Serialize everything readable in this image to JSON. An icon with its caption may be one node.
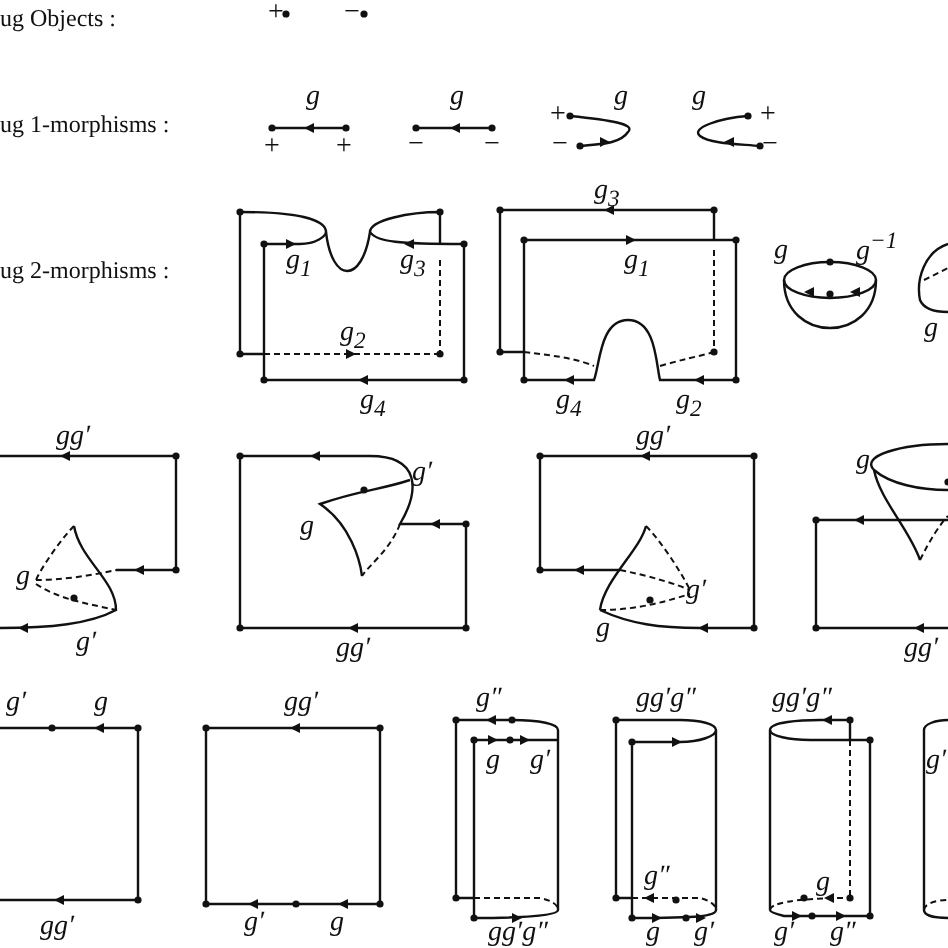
{
  "diagram": {
    "labels": [
      "ug Objects :",
      "+",
      "−",
      "ug 1-morphisms :",
      "g",
      "+",
      "+",
      "g",
      "−",
      "−",
      "+",
      "g",
      "−",
      "g",
      "+",
      "−",
      "ug 2-morphisms :",
      "g$_{1}$",
      "g$_{3}$",
      "g$_{2}$",
      "g$_{4}$",
      "g$_{3}$",
      "g$_{1}$",
      "g$_{4}$",
      "g$_{2}$",
      "g",
      "g$^{−1}$",
      "g",
      "gg′",
      "g",
      "g′",
      "g′",
      "g",
      "gg′",
      "gg′",
      "g′",
      "g",
      "g",
      "gg′",
      "g′",
      "g",
      "gg′",
      "gg′",
      "g′",
      "g",
      "g″",
      "g",
      "g′",
      "gg′g″",
      "gg′g″",
      "g″",
      "g",
      "g′",
      "gg′g″",
      "g",
      "g′",
      "g″",
      "g′"
    ]
  }
}
